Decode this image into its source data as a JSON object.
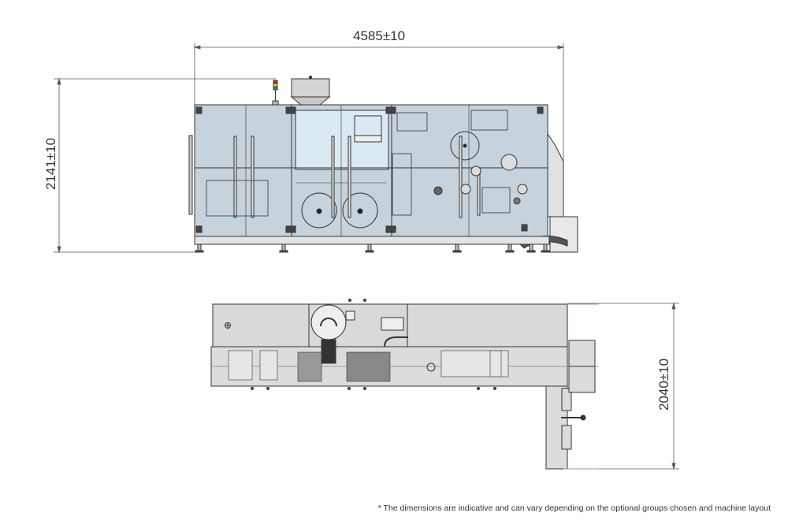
{
  "dimensions": {
    "length": "4585±10",
    "height": "2141±10",
    "depth": "2040±10"
  },
  "footnote": "* The dimensions are indicative and can vary depending on the optional groups chosen and machine layout",
  "colors": {
    "panel_fill": "#c6d3dc",
    "window_fill": "#dbe9f3",
    "frame_gray": "#d9d9d9",
    "line": "#333333",
    "signal_red": "#e02020",
    "signal_yellow": "#f0e020",
    "signal_green": "#20a040"
  }
}
